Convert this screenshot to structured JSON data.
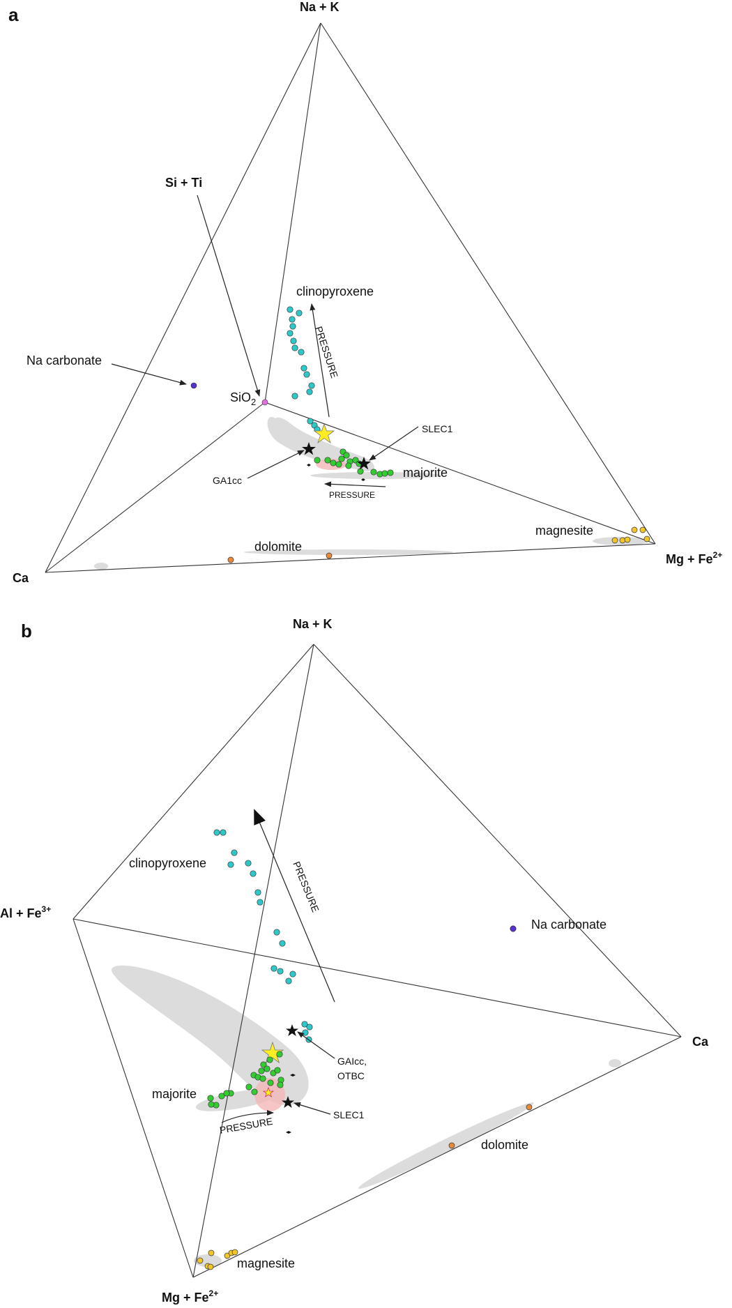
{
  "panel_a": {
    "letter": "a",
    "apex_top": "Na + K",
    "apex_left": "Ca",
    "apex_right": "Mg + Fe",
    "apex_right_sup": "2+",
    "apex_inner": "Si + Ti",
    "sio2_label": "SiO",
    "sio2_sub": "2",
    "na_carbonate": "Na carbonate",
    "clinopyroxene": "clinopyroxene",
    "pressure_up": "PRESSURE",
    "pressure_low": "PRESSURE",
    "slec1": "SLEC1",
    "ga1cc": "GA1cc",
    "majorite": "majorite",
    "dolomite": "dolomite",
    "magnesite": "magnesite"
  },
  "panel_b": {
    "letter": "b",
    "apex_top": "Na + K",
    "apex_left": "Al + Fe",
    "apex_left_sup": "3+",
    "apex_right": "Ca",
    "apex_bottom": "Mg + Fe",
    "apex_bottom_sup": "2+",
    "clinopyroxene": "clinopyroxene",
    "pressure_up": "PRESSURE",
    "pressure_low": "PRESSURE",
    "na_carbonate": "Na carbonate",
    "gaicc": "GAIcc,",
    "otbc": "OTBC",
    "slec1": "SLEC1",
    "majorite": "majorite",
    "dolomite": "dolomite",
    "magnesite": "magnesite"
  },
  "colors": {
    "clinopyroxene": "#2ec8c8",
    "majorite": "#33cc33",
    "dolomite": "#e88a3c",
    "magnesite": "#f2c62a",
    "na_carbonate": "#5533cc",
    "sio2": "#e070e0",
    "star": "#ffee22",
    "field": "#dcdcdc",
    "red_field": "#f4b6b6"
  }
}
